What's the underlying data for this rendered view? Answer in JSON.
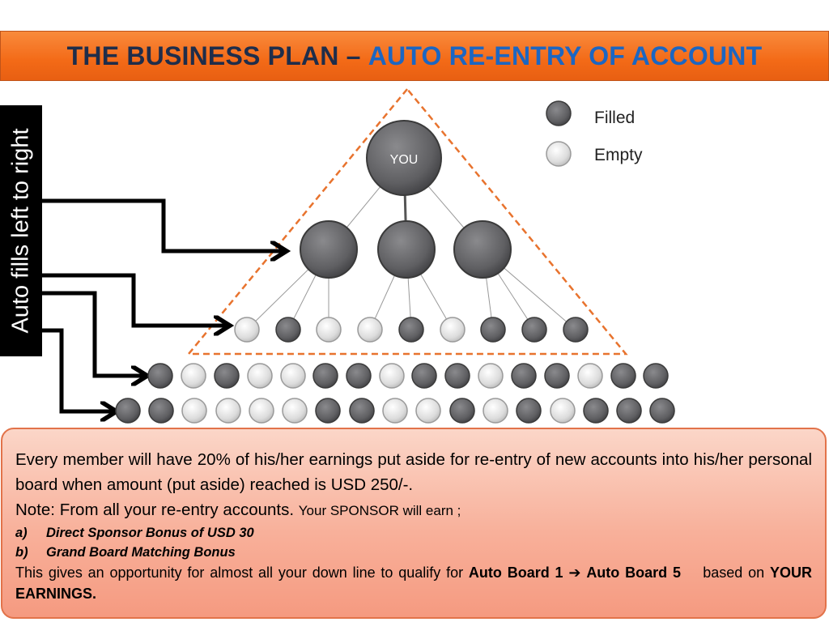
{
  "title": {
    "main": "THE BUSINESS PLAN – ",
    "accent": "AUTO RE-ENTRY OF ACCOUNT"
  },
  "side_label": "Auto fills left to right",
  "legend": {
    "filled": "Filled",
    "empty": "Empty"
  },
  "tree": {
    "root_label": "YOU",
    "level2": [
      "filled",
      "filled",
      "filled"
    ],
    "level3": [
      "empty",
      "filled",
      "empty",
      "empty",
      "filled",
      "empty",
      "filled",
      "filled",
      "filled"
    ],
    "row4": [
      "filled",
      "empty",
      "filled",
      "empty",
      "empty",
      "filled",
      "filled",
      "empty",
      "filled",
      "filled",
      "empty",
      "filled",
      "filled",
      "empty",
      "filled",
      "filled"
    ],
    "row5": [
      "filled",
      "filled",
      "empty",
      "empty",
      "empty",
      "empty",
      "filled",
      "filled",
      "empty",
      "empty",
      "filled",
      "empty",
      "filled",
      "empty",
      "filled",
      "filled"
    ]
  },
  "colors": {
    "title_bg": "#f36a17",
    "title_accent": "#1c66c2",
    "title_text": "#1f2d4a",
    "filled_node": "#5f5f62",
    "empty_node": "#dcdcdc",
    "triangle_dash": "#e8732e",
    "info_bg": "#f8b09a"
  },
  "info": {
    "paragraph1": "Every member will have 20% of his/her earnings put aside for re-entry of new accounts into his/her personal board when amount (put aside) reached is USD 250/-.",
    "note_prefix": "Note: From all your re-entry accounts. ",
    "note_suffix": "Your  SPONSOR  will earn ;",
    "items": [
      {
        "marker": "a)",
        "text": "Direct Sponsor Bonus of USD 30"
      },
      {
        "marker": "b)",
        "text": "Grand Board Matching Bonus"
      }
    ],
    "last_prefix": "This gives an opportunity for almost all your down line to qualify for ",
    "last_bold1": "Auto Board 1",
    "last_arrow": "➔",
    "last_bold2": "Auto Board 5",
    "last_mid": "    based on ",
    "last_bold3": "YOUR EARNINGS."
  }
}
